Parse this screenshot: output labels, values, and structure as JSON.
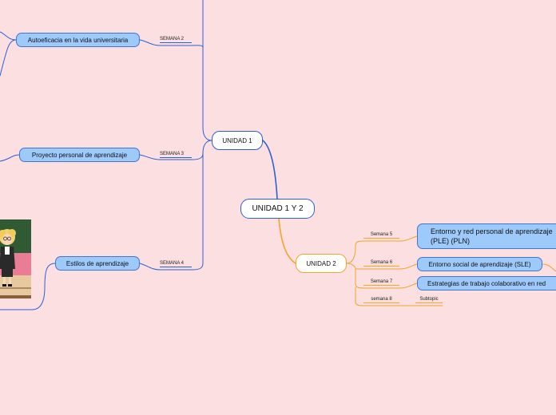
{
  "central": {
    "label": "UNIDAD 1 Y 2"
  },
  "unidad1": {
    "label": "UNIDAD 1",
    "branches": [
      {
        "week": "SEMANA 2",
        "topic": "Autoeficacia en la vida universitaria"
      },
      {
        "week": "SEMANA 3",
        "topic": "Proyecto personal de aprendizaje"
      },
      {
        "week": "SEMANA 4",
        "topic": "Estilos de aprendizaje"
      }
    ]
  },
  "unidad2": {
    "label": "UNIDAD 2",
    "branches": [
      {
        "week": "Semana 5",
        "topic_line1": "Entorno y red personal de aprendizaje",
        "topic_line2": "(PLE) (PLN)"
      },
      {
        "week": "Semana 6",
        "topic": "Entorno social de aprendizaje (SLE)"
      },
      {
        "week": "Semana 7",
        "topic": "Estrategias de trabajo colaborativo en red"
      },
      {
        "week": "semana 8",
        "topic": "Subtopic"
      }
    ]
  },
  "colors": {
    "background": "#fcdfe0",
    "unidad1_branch": "#2c5fd6",
    "unidad2_branch": "#f3a52c",
    "topic_fill": "#9ec9fb",
    "picture_board": "#2f5a34",
    "picture_wall": "#e87d95"
  }
}
